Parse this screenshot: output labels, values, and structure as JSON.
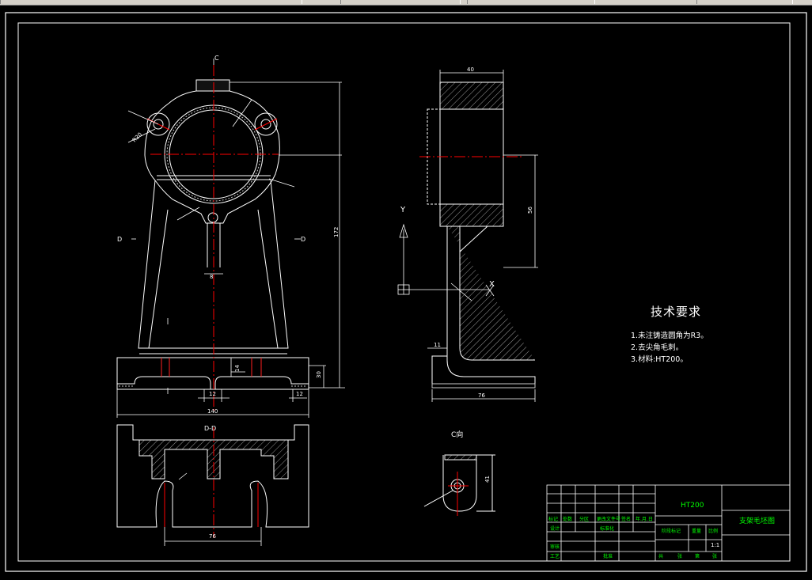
{
  "drawing": {
    "section_label": "D-D",
    "view_label": "C向",
    "cut_marker_c": "C",
    "cut_marker_d_left": "D",
    "cut_marker_d_right": "D",
    "axis_y": "Y",
    "axis_x": "X",
    "tech_title": "技术要求",
    "tech_items": [
      "1.未注铸造圆角为R3。",
      "2.去尖角毛刺。",
      "3.材料:HT200。"
    ],
    "dims": {
      "width_total": "140",
      "width_bottom": "76",
      "height_total": "172",
      "side_width": "76",
      "side_top": "40",
      "side_height": "56",
      "base_h": "30",
      "slot_h": "14",
      "d12a": "12",
      "d12b": "12",
      "d11": "11",
      "c_h": "41",
      "r20": "R20",
      "r8": "8"
    }
  },
  "title_block": {
    "material": "HT200",
    "part_name": "支架毛坯图",
    "scale": "1:1",
    "labels": {
      "mark": "标记",
      "count": "处数",
      "partition": "分区",
      "change_doc": "更改文件号",
      "sign": "签名",
      "date": "年.月.日",
      "design": "设计",
      "standard": "标准化",
      "stage_mark": "阶段标记",
      "weight": "重量",
      "ratio": "比例",
      "review": "审核",
      "process": "工艺",
      "approve": "批准",
      "sheets_total": "共",
      "sheet": "张",
      "page_no": "第",
      "page": "张"
    }
  },
  "colors": {
    "line": "#ffffff",
    "center": "#ff0000",
    "text": "#00ff00",
    "background": "#000000"
  }
}
